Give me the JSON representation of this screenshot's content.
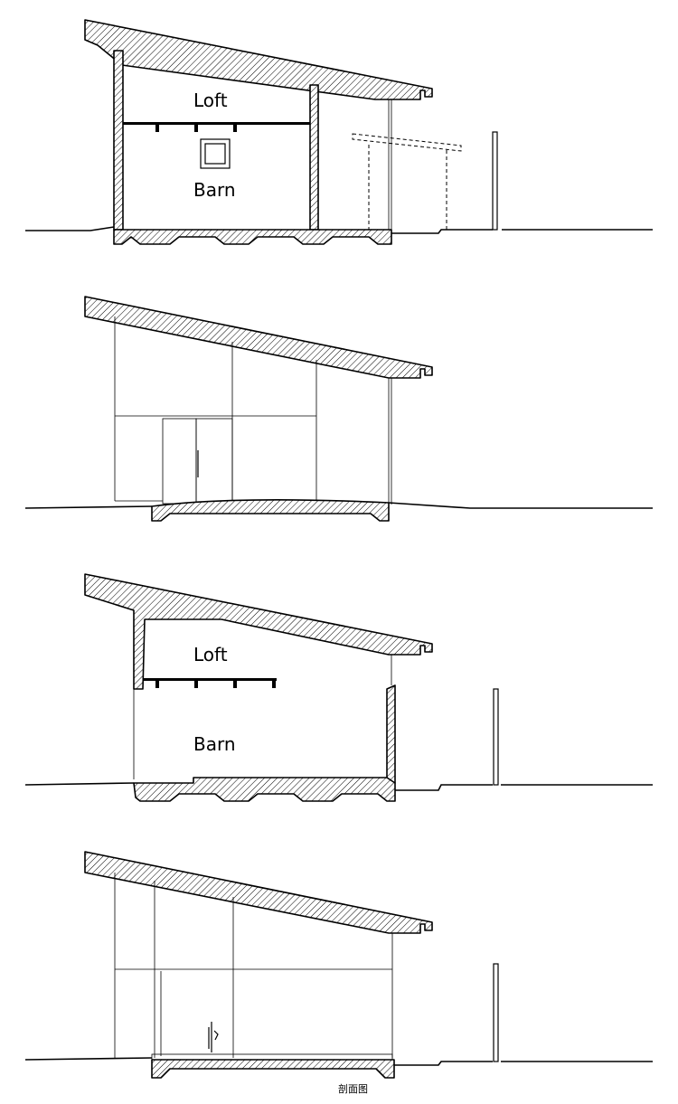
{
  "drawing": {
    "sections": [
      {
        "labels": {
          "loft": "Loft",
          "barn": "Barn"
        }
      },
      {
        "labels": {}
      },
      {
        "labels": {
          "loft": "Loft",
          "barn": "Barn"
        }
      },
      {
        "labels": {}
      }
    ],
    "caption": "剖面图"
  }
}
